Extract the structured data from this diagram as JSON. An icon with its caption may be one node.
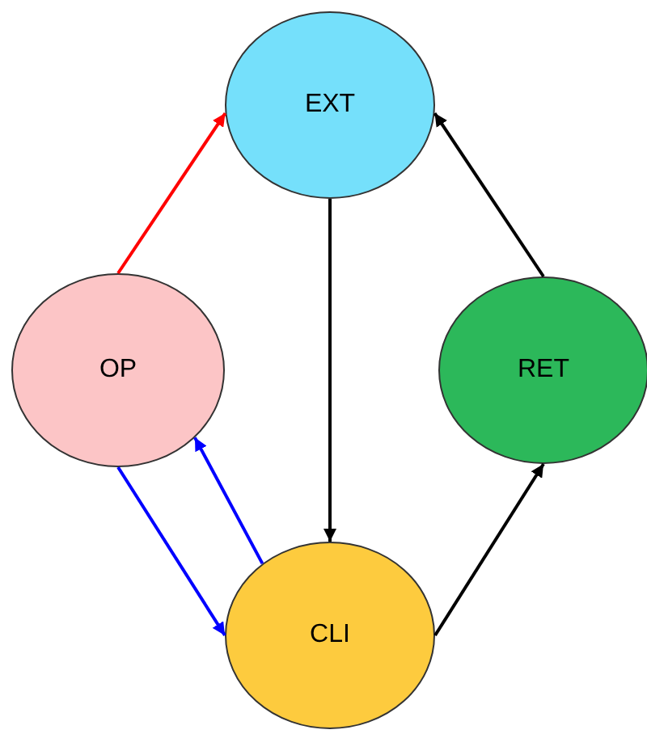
{
  "diagram": {
    "nodes": [
      {
        "text": [
          "EXT"
        ]
      },
      {
        "text": [
          "OP"
        ]
      },
      {
        "text": [
          "RET"
        ]
      },
      {
        "text": [
          "CLI"
        ]
      }
    ],
    "edges": [
      {
        "from": 1,
        "to": 0,
        "arrow": "to",
        "color": "#ff0000"
      },
      {
        "from": 0,
        "to": 3,
        "arrow": "to"
      },
      {
        "from": 2,
        "to": 0,
        "arrow": "to"
      },
      {
        "from": 3,
        "to": 2,
        "arrow": "to"
      },
      {
        "from": 1,
        "to": 3,
        "arrow": "to",
        "color": "#0000ff"
      },
      {
        "from": 3,
        "to": 1,
        "arrow": "to",
        "color": "#0000ff"
      }
    ]
  }
}
